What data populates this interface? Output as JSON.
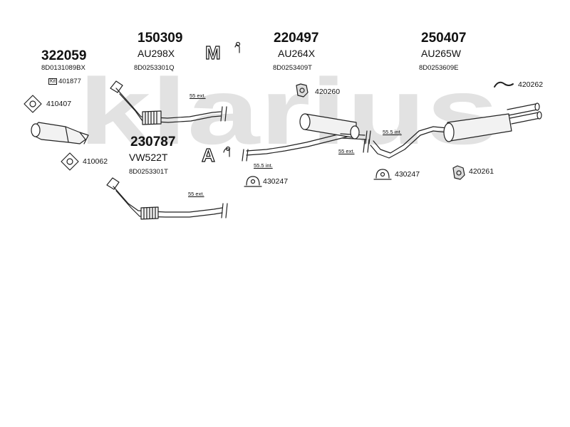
{
  "watermark": "klarius",
  "colors": {
    "watermark": "#e2e2e2",
    "line": "#222222",
    "part_fill": "#f2f2f2"
  },
  "groups": [
    {
      "number": "322059",
      "model": "",
      "oe_code": "8D0131089BX",
      "kit_label": "Kit",
      "kit_number": "401877"
    },
    {
      "number": "150309",
      "model": "AU298X",
      "oe_code": "8D0253301Q"
    },
    {
      "number": "230787",
      "model": "VW522T",
      "oe_code": "8D0253301T"
    },
    {
      "number": "220497",
      "model": "AU264X",
      "oe_code": "8D0253409T"
    },
    {
      "number": "250407",
      "model": "AU265W",
      "oe_code": "8D0253609E"
    }
  ],
  "fittings": [
    {
      "code": "410407",
      "icon": "flange-gasket-icon"
    },
    {
      "code": "410062",
      "icon": "flange-gasket-icon"
    },
    {
      "code": "420260",
      "icon": "rubber-mount-icon"
    },
    {
      "code": "430247",
      "icon": "exhaust-clamp-icon"
    },
    {
      "code": "430247",
      "icon": "exhaust-clamp-icon"
    },
    {
      "code": "420261",
      "icon": "rubber-mount-icon"
    },
    {
      "code": "420262",
      "icon": "hanger-hook-icon"
    }
  ],
  "pipe_notes": [
    "55 ext.",
    "55 ext.",
    "55.5 int.",
    "55 ext.",
    "55.5 int."
  ],
  "symbols": {
    "manual": "M",
    "auto": "A"
  }
}
